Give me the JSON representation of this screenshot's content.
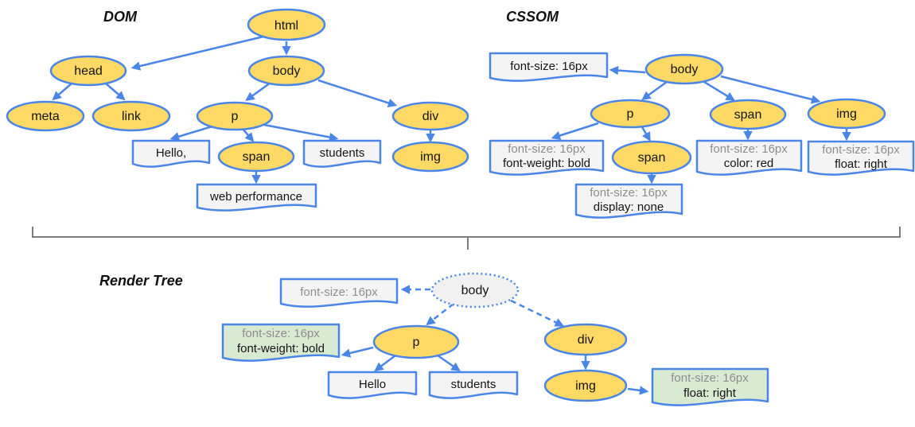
{
  "colors": {
    "node_fill": "#ffd966",
    "stroke_blue": "#4a86e8",
    "note_fill": "#f4f4f4",
    "note_green_fill": "#d9ead3",
    "render_body_fill": "#f1f1f1",
    "muted_text": "#8e8e8e",
    "text": "#141414",
    "divider_grey": "#7c7c7c",
    "background": "#ffffff"
  },
  "sections": {
    "dom": {
      "title": "DOM",
      "nodes": {
        "html": "html",
        "head": "head",
        "body": "body",
        "meta": "meta",
        "link": "link",
        "p": "p",
        "div": "div",
        "span": "span",
        "img": "img"
      },
      "notes": {
        "hello": [
          "Hello,"
        ],
        "students": [
          "students"
        ],
        "web_performance": [
          "web performance"
        ]
      }
    },
    "cssom": {
      "title": "CSSOM",
      "nodes": {
        "body": "body",
        "p": "p",
        "span": "span",
        "img": "img",
        "span_child": "span"
      },
      "notes": {
        "body": [
          "font-size: 16px"
        ],
        "p": [
          "font-size: 16px",
          "font-weight: bold"
        ],
        "span": [
          "font-size: 16px",
          "color: red"
        ],
        "img": [
          "font-size: 16px",
          "float: right"
        ],
        "span_child": [
          "font-size: 16px",
          "display: none"
        ]
      }
    },
    "render_tree": {
      "title": "Render Tree",
      "nodes": {
        "body": "body",
        "p": "p",
        "div": "div",
        "img": "img"
      },
      "notes": {
        "body": [
          "font-size: 16px"
        ],
        "p": [
          "font-size: 16px",
          "font-weight: bold"
        ],
        "img": [
          "font-size: 16px",
          "float: right"
        ],
        "hello": [
          "Hello"
        ],
        "students": [
          "students"
        ]
      }
    }
  }
}
